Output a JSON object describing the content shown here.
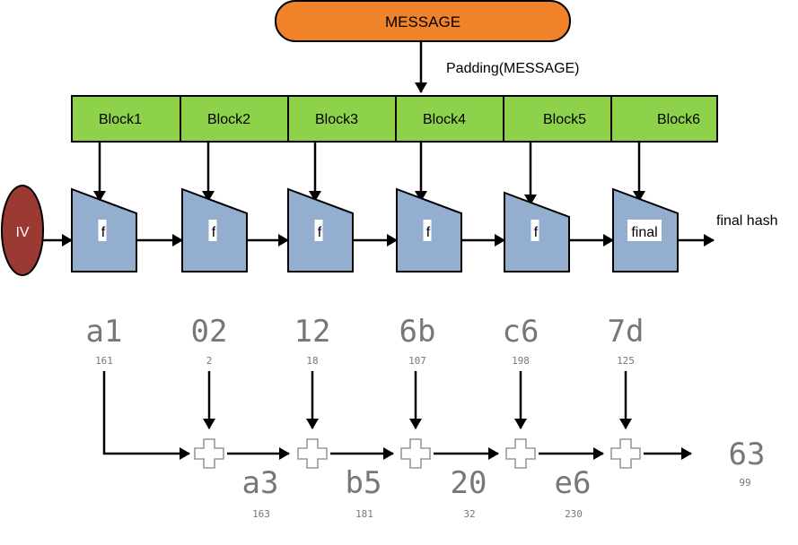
{
  "message": {
    "label": "MESSAGE"
  },
  "padding_label": "Padding(MESSAGE)",
  "blocks": [
    "Block1",
    "Block2",
    "Block3",
    "Block4",
    "Block5",
    "Block6"
  ],
  "iv_label": "IV",
  "functions": [
    "f",
    "f",
    "f",
    "f",
    "f",
    "final"
  ],
  "final_hash_label": "final hash",
  "bytes": [
    {
      "hex": "a1",
      "dec": "161"
    },
    {
      "hex": "02",
      "dec": "2"
    },
    {
      "hex": "12",
      "dec": "18"
    },
    {
      "hex": "6b",
      "dec": "107"
    },
    {
      "hex": "c6",
      "dec": "198"
    },
    {
      "hex": "7d",
      "dec": "125"
    }
  ],
  "intermediates": [
    {
      "hex": "a3",
      "dec": "163"
    },
    {
      "hex": "b5",
      "dec": "181"
    },
    {
      "hex": "20",
      "dec": "32"
    },
    {
      "hex": "e6",
      "dec": "230"
    }
  ],
  "result": {
    "hex": "63",
    "dec": "99"
  },
  "colors": {
    "message_fill": "#f0822a",
    "block_fill": "#8ed14a",
    "function_fill": "#94aed0",
    "iv_fill": "#9b3a33",
    "arrow": "#000000",
    "hex_text": "#777777",
    "plus": "#999999"
  }
}
